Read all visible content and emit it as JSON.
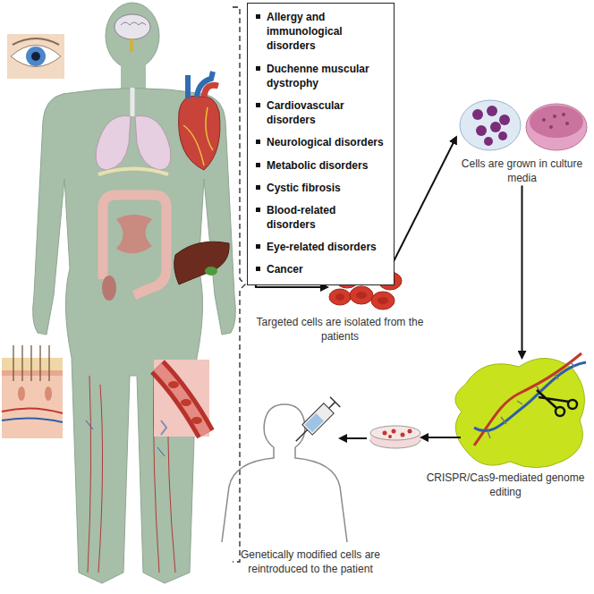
{
  "diagram": {
    "nodes": [
      {
        "text": [
          "Allergy and immunological disorders",
          "Duchenne muscular dystrophy",
          "Cardiovascular disorders",
          "Neurological disorders",
          "Metabolic disorders",
          "Cystic fibrosis",
          "Blood-related disorders",
          "Eye-related disorders",
          "Cancer"
        ]
      },
      {
        "text": [
          "Targeted cells are isolated from the patients"
        ]
      },
      {
        "text": [
          "Cells are grown in culture media"
        ]
      },
      {
        "text": [
          "CRISPR/Cas9-mediated genome editing"
        ]
      },
      {
        "text": [
          "Genetically modified cells are reintroduced to the patient"
        ]
      }
    ],
    "edges": [
      {
        "from": 0,
        "to": 1,
        "arrow": "to"
      },
      {
        "from": 1,
        "to": 2,
        "arrow": "to"
      },
      {
        "from": 2,
        "to": 3,
        "arrow": "to"
      },
      {
        "from": 3,
        "to": 4,
        "arrow": "to"
      }
    ]
  }
}
